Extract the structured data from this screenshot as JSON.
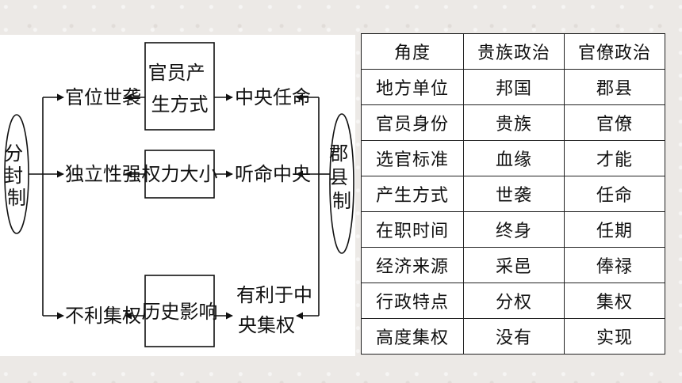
{
  "diagram": {
    "left_oval": "分封制",
    "right_oval": "郡县制",
    "center_boxes": [
      "官员产生方式",
      "权力大小",
      "历史影响"
    ],
    "left_labels": [
      "官位世袭",
      "独立性强",
      "不利集权"
    ],
    "right_labels": [
      "中央任命",
      "听命中央",
      "有利于中央集权"
    ]
  },
  "table": {
    "header": [
      "角度",
      "贵族政治",
      "官僚政治"
    ],
    "rows": [
      [
        "地方单位",
        "邦国",
        "郡县"
      ],
      [
        "官员身份",
        "贵族",
        "官僚"
      ],
      [
        "选官标准",
        "血缘",
        "才能"
      ],
      [
        "产生方式",
        "世袭",
        "任命"
      ],
      [
        "在职时间",
        "终身",
        "任期"
      ],
      [
        "经济来源",
        "采邑",
        "俸禄"
      ],
      [
        "行政特点",
        "分权",
        "集权"
      ],
      [
        "高度集权",
        "没有",
        "实现"
      ]
    ]
  }
}
